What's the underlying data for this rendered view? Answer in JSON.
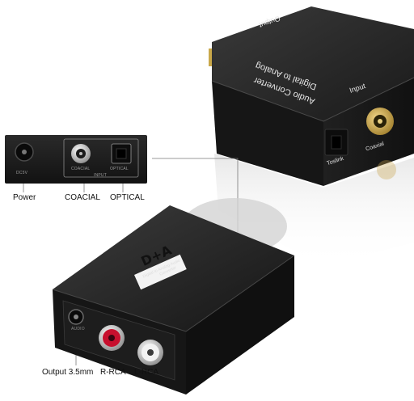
{
  "top_device": {
    "output_label": "Output",
    "input_label": "Input",
    "title_line1": "Digital to Analog",
    "title_line2": "Audio Converter",
    "toslink_label": "Toslink",
    "coaxial_label": "Coaxial"
  },
  "panel": {
    "dc_label": "DC5V",
    "coacial_small": "COACIAL",
    "optical_small": "OPTICAL",
    "input_small": "INPUT"
  },
  "panel_captions": {
    "power": "Power",
    "coacial": "COACIAL",
    "optical": "OPTICAL"
  },
  "front_device": {
    "logo_da": "D+A",
    "logo_sub1": "Digital to Analog Audio",
    "logo_sub2": "Converter",
    "audio_small": "AUDIO"
  },
  "front_captions": {
    "output": "Output 3.5mm",
    "rrca": "R-RCA",
    "lrca": "L-RCA"
  },
  "colors": {
    "device_body": "#1b1b1b",
    "rca_red": "#c8102e",
    "rca_white": "#f2f2f2",
    "coax_gold": "#c8a44a"
  }
}
